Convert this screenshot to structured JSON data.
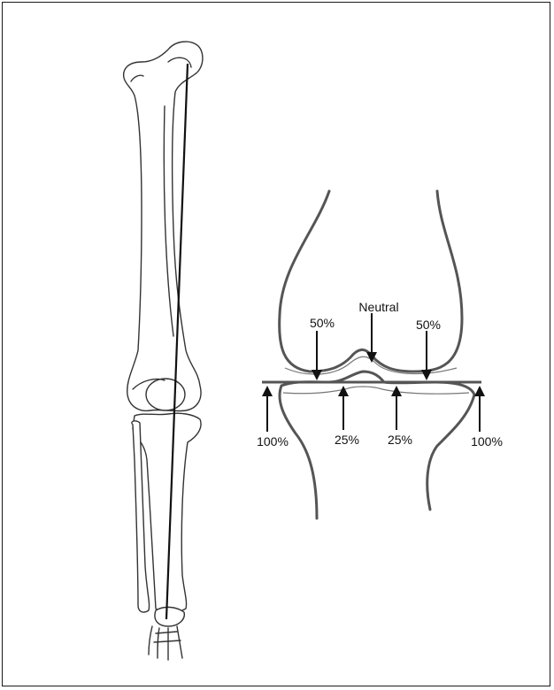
{
  "figure": {
    "labels": {
      "neutral": "Neutral",
      "fifty_left": "50%",
      "fifty_right": "50%",
      "hundred_left": "100%",
      "hundred_right": "100%",
      "twentyfive_left": "25%",
      "twentyfive_right": "25%"
    }
  }
}
